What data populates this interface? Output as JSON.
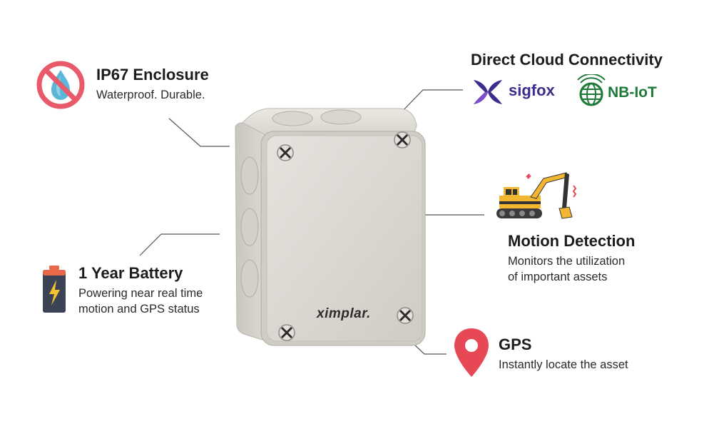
{
  "features": {
    "enclosure": {
      "title": "IP67 Enclosure",
      "desc": "Waterproof.  Durable."
    },
    "connectivity": {
      "title": "Direct Cloud Connectivity",
      "sigfox": "sigfox",
      "nbiot": "NB-IoT"
    },
    "motion": {
      "title": "Motion Detection",
      "desc_line1": "Monitors the utilization",
      "desc_line2": "of important assets"
    },
    "battery": {
      "title": "1 Year Battery",
      "desc_line1": "Powering near real time",
      "desc_line2": "motion and GPS status"
    },
    "gps": {
      "title": "GPS",
      "desc": "Instantly locate the asset"
    }
  },
  "device": {
    "brand": "ximplar."
  },
  "icons": {
    "no_water": "no-water-icon",
    "battery": "battery-icon",
    "excavator": "excavator-icon",
    "location_pin": "location-pin-icon",
    "sigfox": "sigfox-logo",
    "nbiot": "nb-iot-globe-icon"
  },
  "colors": {
    "no_symbol": "#e8596a",
    "drop": "#5bb7d8",
    "battery_body": "#3b4354",
    "battery_cap": "#e8694a",
    "bolt": "#f4c430",
    "excavator": "#f2b630",
    "pin": "#e74855",
    "sigfox": "#3d2b8e",
    "nbiot": "#1f7a3a",
    "leader_lines": "#555555"
  }
}
